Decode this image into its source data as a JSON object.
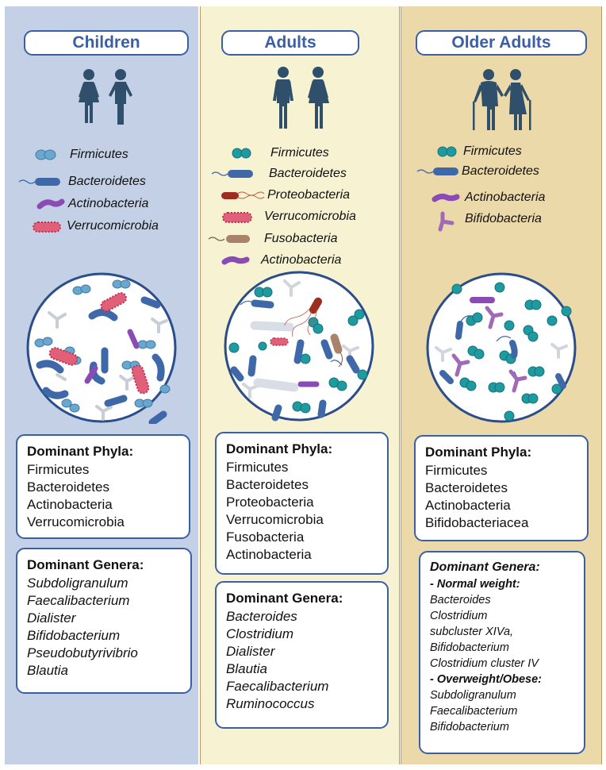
{
  "children": {
    "title": "Children",
    "people_icon": "child-pair-icon",
    "legend": [
      "Firmicutes",
      "Bacteroidetes",
      "Actinobacteria",
      "Verrucomicrobia"
    ],
    "phyla_heading": "Dominant Phyla:",
    "phyla": [
      "Firmicutes",
      "Bacteroidetes",
      "Actinobacteria",
      "Verrucomicrobia"
    ],
    "genera_heading": "Dominant Genera:",
    "genera": [
      "Subdoligranulum",
      "Faecalibacterium",
      "Dialister",
      "Bifidobacterium",
      "Pseudobutyrivibrio",
      "Blautia"
    ]
  },
  "adults": {
    "title": "Adults",
    "people_icon": "adult-pair-icon",
    "legend": [
      "Firmicutes",
      "Bacteroidetes",
      "Proteobacteria",
      "Verrucomicrobia",
      "Fusobacteria",
      "Actinobacteria"
    ],
    "phyla_heading": "Dominant Phyla:",
    "phyla": [
      "Firmicutes",
      "Bacteroidetes",
      "Proteobacteria",
      "Verrucomicrobia",
      "Fusobacteria",
      "Actinobacteria"
    ],
    "genera_heading": "Dominant Genera:",
    "genera": [
      "Bacteroides",
      "Clostridium",
      "Dialister",
      "Blautia",
      "Faecalibacterium",
      "Ruminococcus"
    ]
  },
  "older": {
    "title": "Older Adults",
    "people_icon": "elderly-pair-icon",
    "legend": [
      "Firmicutes",
      "Bacteroidetes",
      "Actinobacteria",
      "Bifidobacteria"
    ],
    "phyla_heading": "Dominant Phyla:",
    "phyla": [
      "Firmicutes",
      "Bacteroidetes",
      "Actinobacteria",
      "Bifidobacteriacea"
    ],
    "genera_heading": "Dominant Genera:",
    "normal_heading": "- Normal weight:",
    "normal": [
      "Bacteroides",
      "Clostridium",
      "subcluster XIVa,",
      "Bifidobacterium",
      "Clostridium cluster IV"
    ],
    "obese_heading": "- Overweight/Obese:",
    "obese": [
      "Subdoligranulum",
      "Faecalibacterium",
      "Bifidobacterium"
    ]
  },
  "colors": {
    "title_blue": "#3a5fa7",
    "person_fill": "#2f4f6b",
    "firmicutes_blue": "#6aa7cf",
    "firmicutes_teal": "#1e9aa0",
    "bacteroidetes": "#3f68a8",
    "actinobacteria": "#8b4bb5",
    "verrucomicrobia": "#e0607a",
    "proteobacteria": "#9c2d1f",
    "fusobacteria": "#a9826a",
    "bifidobacteria": "#a06ab8"
  }
}
